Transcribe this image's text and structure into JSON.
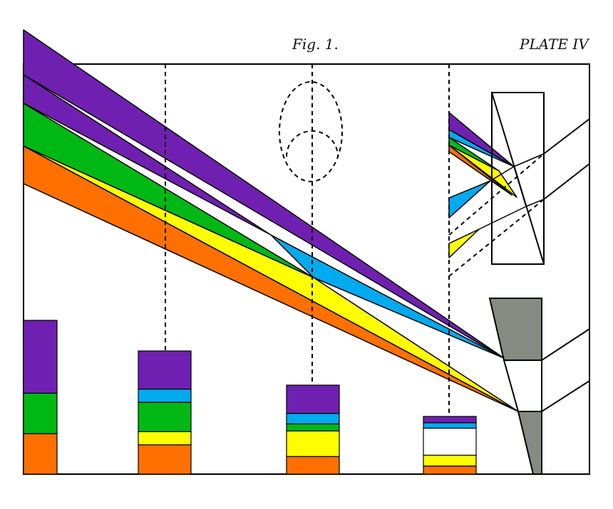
{
  "figure_label": "Fig. 1.",
  "plate_label": "PLATE IV",
  "colors": {
    "violet": "#7020b0",
    "blue": "#00aaee",
    "green": "#00b814",
    "yellow": "#ffff00",
    "orange": "#ff7000",
    "white": "#ffffff",
    "gray": "#868a80"
  },
  "stacks": [
    {
      "bands": [
        [
          "orange",
          1.0
        ],
        [
          "green",
          1.0
        ],
        [
          "violet",
          1.8
        ]
      ]
    },
    {
      "bands": [
        [
          "orange",
          1.0
        ],
        [
          "yellow",
          0.45
        ],
        [
          "green",
          1.0
        ],
        [
          "blue",
          0.45
        ],
        [
          "violet",
          1.3
        ]
      ]
    },
    {
      "bands": [
        [
          "orange",
          1.0
        ],
        [
          "yellow",
          1.45
        ],
        [
          "green",
          0.4
        ],
        [
          "blue",
          0.6
        ],
        [
          "violet",
          1.6
        ]
      ]
    },
    {
      "bands": [
        [
          "orange",
          0.45
        ],
        [
          "yellow",
          0.6
        ],
        [
          "white",
          1.5
        ],
        [
          "blue",
          0.3
        ],
        [
          "violet",
          0.35
        ]
      ]
    }
  ]
}
